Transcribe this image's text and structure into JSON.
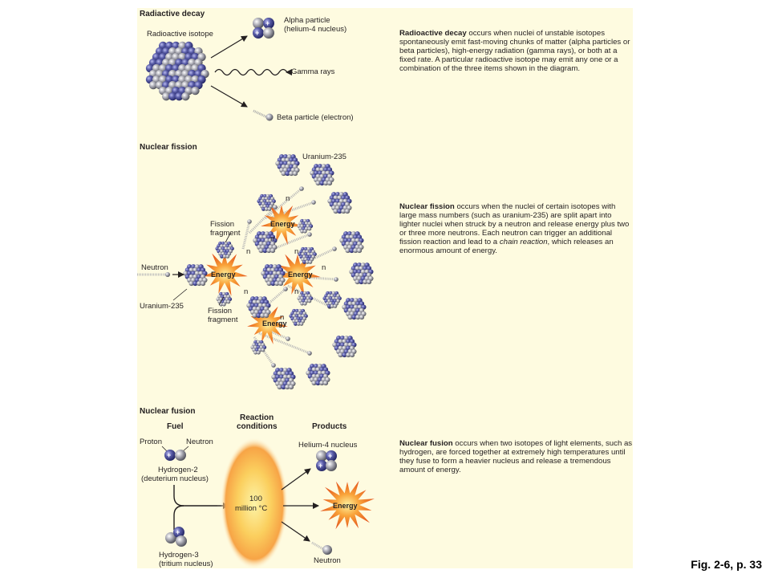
{
  "decay": {
    "heading": "Radiactive decay",
    "isotope_label": "Radioactive isotope",
    "alpha_label_1": "Alpha particle",
    "alpha_label_2": "(helium-4 nucleus)",
    "gamma_label": "Gamma rays",
    "beta_label": "Beta particle (electron)",
    "desc_term": "Radioactive decay",
    "desc_text": " occurs when nuclei of unstable isotopes spontaneously emit fast-moving chunks of matter (alpha particles or beta particles), high-energy radiation (gamma rays), or both at a fixed rate. A particular radioactive isotope may emit any one or a combination of the three items shown in the diagram."
  },
  "fission": {
    "heading": "Nuclear fission",
    "uranium_top_label": "Uranium-235",
    "fragment_top_1": "Fission",
    "fragment_top_2": "fragment",
    "neutron_label": "Neutron",
    "uranium_bottom_label": "Uranium-235",
    "fragment_bottom_1": "Fission",
    "fragment_bottom_2": "fragment",
    "energy_label": "Energy",
    "n_label": "n",
    "desc_term": "Nuclear fission",
    "desc_text_1": " occurs when the nuclei of certain isotopes with large mass numbers (such as uranium-235) are split apart into lighter nuclei when struck by a neutron and release energy plus two or three more neutrons. Each neutron can trigger an additional fission reaction and lead to a ",
    "desc_italic": "chain reaction",
    "desc_text_2": ", which releases an enormous amount of energy."
  },
  "fusion": {
    "heading": "Nuclear fusion",
    "col_fuel": "Fuel",
    "col_reaction_1": "Reaction",
    "col_reaction_2": "conditions",
    "col_products": "Products",
    "proton_label": "Proton",
    "neutron_label": "Neutron",
    "h2_label_1": "Hydrogen-2",
    "h2_label_2": "(deuterium nucleus)",
    "h3_label_1": "Hydrogen-3",
    "h3_label_2": "(tritium nucleus)",
    "temp_1": "100",
    "temp_2": "million °C",
    "helium_label": "Helium-4 nucleus",
    "energy_label": "Energy",
    "neutron_product_label": "Neutron",
    "desc_term": "Nuclear fusion",
    "desc_text": " occurs when two isotopes of light elements, such as hydrogen, are forced together at extremely high temperatures until they fuse to form a heavier nucleus and release a tremendous amount of energy."
  },
  "figure_caption": "Fig. 2-6, p. 33",
  "colors": {
    "panel": "#fefbe0",
    "proton": "#4d4f9a",
    "neutron": "#9c9ca6",
    "energy": "#f47a20",
    "hot_core": "#f7e37a"
  }
}
